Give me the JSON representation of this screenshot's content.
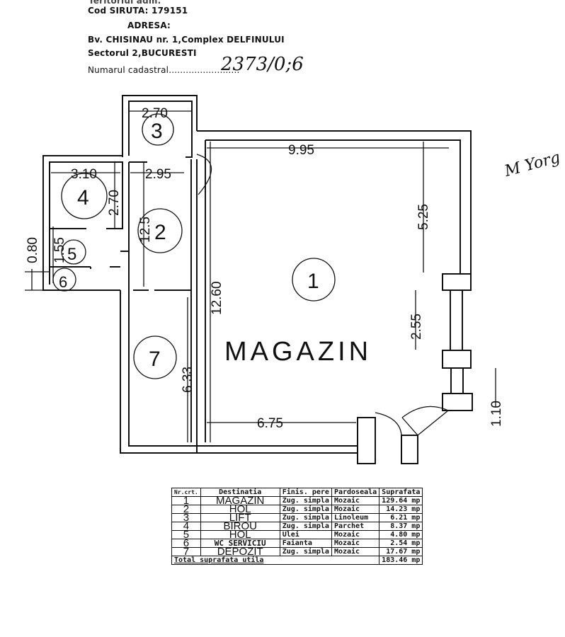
{
  "header": {
    "cut_line": "Teritoriul adm.",
    "siruta": "Cod SIRUTA: 179151",
    "address_label": "ADRESA:",
    "address_line1": "Bv. CHISINAU nr. 1,Complex DELFINULUI",
    "address_line2": "Sectorul 2,BUCURESTI",
    "cadastral_label": "Numarul cadastral.........................",
    "cadastral_number": "2373/0;6"
  },
  "signature": "M Yorg",
  "plan": {
    "rooms": {
      "r1": "1",
      "r2": "2",
      "r3": "3",
      "r4": "4",
      "r5": "5",
      "r6": "6",
      "r7": "7"
    },
    "main_label": "MAGAZIN",
    "dimensions": {
      "d_270_top": "2.70",
      "d_310": "3.10",
      "d_295": "2.95",
      "d_270_v": "2.70",
      "d_125": "12.5",
      "d_155": "1.55",
      "d_080": "0.80",
      "d_1260": "12.60",
      "d_633": "6.33",
      "d_995": "9.95",
      "d_525": "5.25",
      "d_255": "2.55",
      "d_675": "6.75",
      "d_110": "1.10"
    }
  },
  "table": {
    "headers": [
      "Nr.crt.",
      "Destinatia",
      "Finis. pere",
      "Pardoseala",
      "Suprafata"
    ],
    "rows": [
      [
        "1",
        "MAGAZIN",
        "Zug. simpla",
        "Mozaic",
        "129.64 mp"
      ],
      [
        "2",
        "HOL",
        "Zug. simpla",
        "Mozaic",
        "14.23 mp"
      ],
      [
        "3",
        "LIFT",
        "Zug. simpla",
        "Linoleum",
        "6.21 mp"
      ],
      [
        "4",
        "BIROU",
        "Zug. simpla",
        "Parchet",
        "8.37 mp"
      ],
      [
        "5",
        "HOL",
        "Ulei",
        "Mozaic",
        "4.80 mp"
      ],
      [
        "6",
        "WC SERVICIU",
        "Faianta",
        "Mozaic",
        "2.54 mp"
      ],
      [
        "7",
        "DEPOZIT",
        "Zug. simpla",
        "Mozaic",
        "17.67 mp"
      ]
    ],
    "total_label": "Total suprafata utila",
    "total_value": "183.46 mp"
  }
}
